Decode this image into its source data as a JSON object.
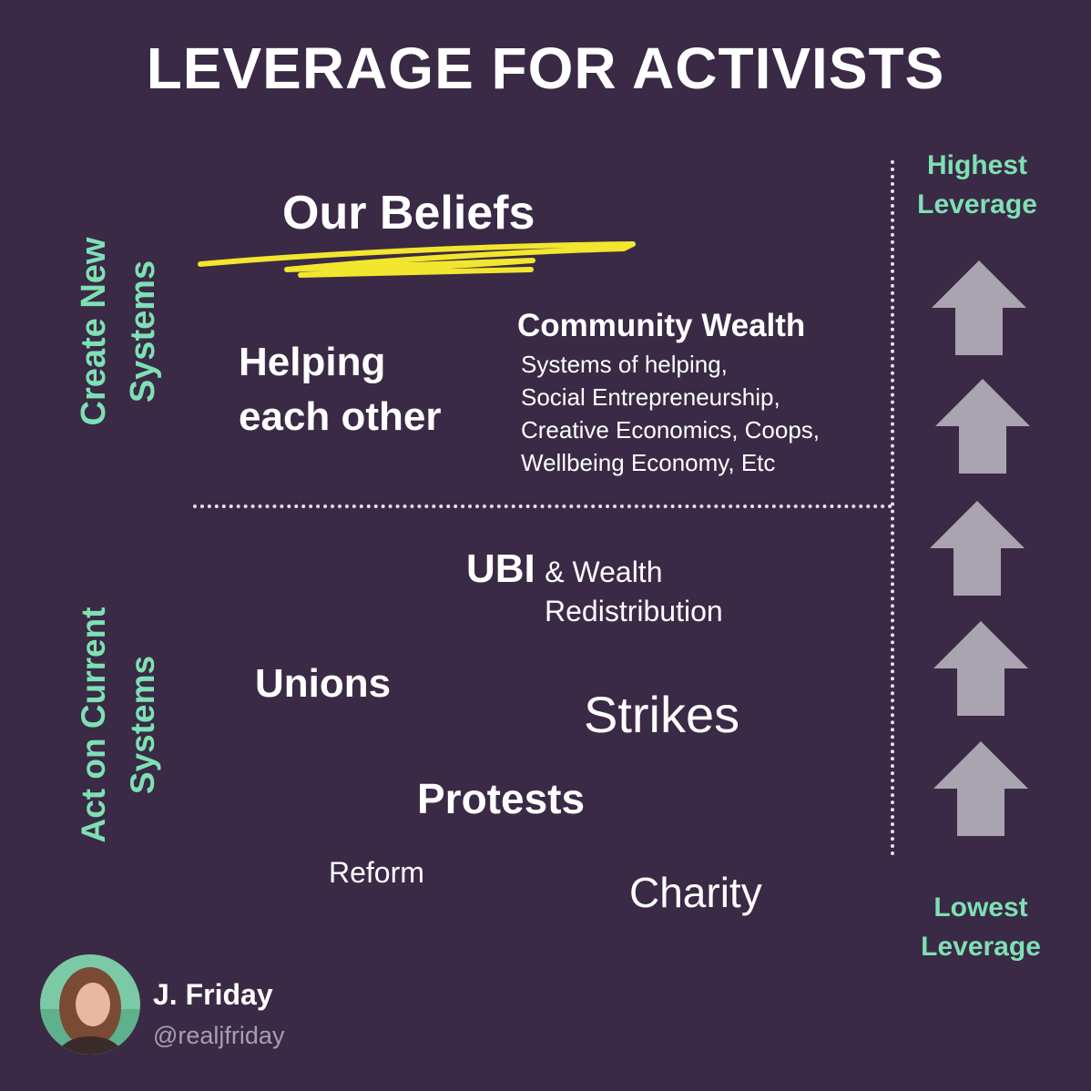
{
  "title": "LEVERAGE FOR ACTIVISTS",
  "side_labels": {
    "top": [
      "Create New",
      "Systems"
    ],
    "bottom": [
      "Act on Current",
      "Systems"
    ]
  },
  "leverage": {
    "highest": [
      "Highest",
      "Leverage"
    ],
    "lowest": [
      "Lowest",
      "Leverage"
    ]
  },
  "items": {
    "our_beliefs": "Our Beliefs",
    "helping": [
      "Helping",
      "each other"
    ],
    "community_wealth": {
      "title": "Community Wealth",
      "lines": [
        "Systems of helping,",
        "Social Entrepreneurship,",
        "Creative Economics, Coops,",
        "Wellbeing Economy, Etc"
      ]
    },
    "ubi": {
      "bold": "UBI",
      "rest": "& Wealth",
      "line2": "Redistribution"
    },
    "unions": "Unions",
    "strikes": "Strikes",
    "protests": "Protests",
    "reform": "Reform",
    "charity": "Charity"
  },
  "author": {
    "name": "J. Friday",
    "handle": "@realjfriday"
  },
  "arrow_count": 5,
  "colors": {
    "background": "#3a2a45",
    "accent": "#7ee0b4",
    "highlight": "#f2e62e",
    "arrow": "#aaa3b0"
  }
}
